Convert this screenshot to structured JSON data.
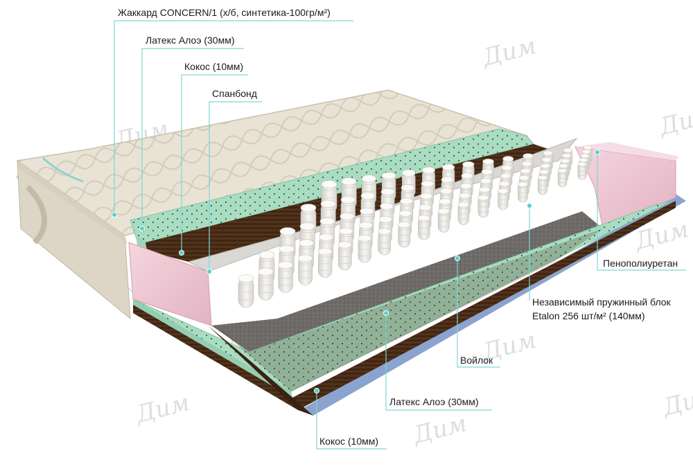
{
  "image": {
    "subject": "Разрез матраса",
    "colors": {
      "jacquard": "#e9e3d6",
      "jacquard_quilt": "#cfc6b2",
      "latex": "#a9dcc1",
      "latex_dots": "#2f5f48",
      "coir": "#4a2c17",
      "coir_dark": "#2c180b",
      "foam": "#efc8d4",
      "spring_pocket": "#f1f0ec",
      "felt": "#6d6a68",
      "callout_line": "#7fd6d3",
      "callout_dot": "#4fd2cf",
      "piping": "#6e8fc5"
    }
  },
  "labels": {
    "jacquard": "Жаккард CONCERN/1 (х/б, синтетика-100гр/м²)",
    "latex_top": "Латекс Алоэ (30мм)",
    "coir_top": "Кокос (10мм)",
    "spunbond": "Спанбонд",
    "foam": "Пенополиуретан",
    "spring_block_line1": "Независимый пружинный блок",
    "spring_block_line2": "Etalon 256 шт/м²  (140мм)",
    "felt": "Войлок",
    "latex_bottom": "Латекс Алоэ (30мм)",
    "coir_bottom": "Кокос (10мм)"
  },
  "watermark": {
    "text": "Дим"
  }
}
